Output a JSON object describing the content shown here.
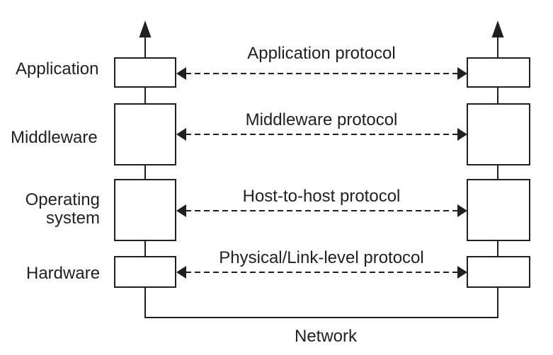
{
  "diagram": {
    "type": "layered-network-architecture",
    "layers": [
      {
        "label": "Application",
        "protocol": "Application protocol"
      },
      {
        "label": "Middleware",
        "protocol": "Middleware protocol"
      },
      {
        "label": "Operating system",
        "label_lines": [
          "Operating",
          "system"
        ],
        "protocol": "Host-to-host protocol"
      },
      {
        "label": "Hardware",
        "protocol": "Physical/Link-level protocol"
      }
    ],
    "network_label": "Network",
    "colors": {
      "line": "#231f20",
      "background": "#ffffff"
    }
  }
}
